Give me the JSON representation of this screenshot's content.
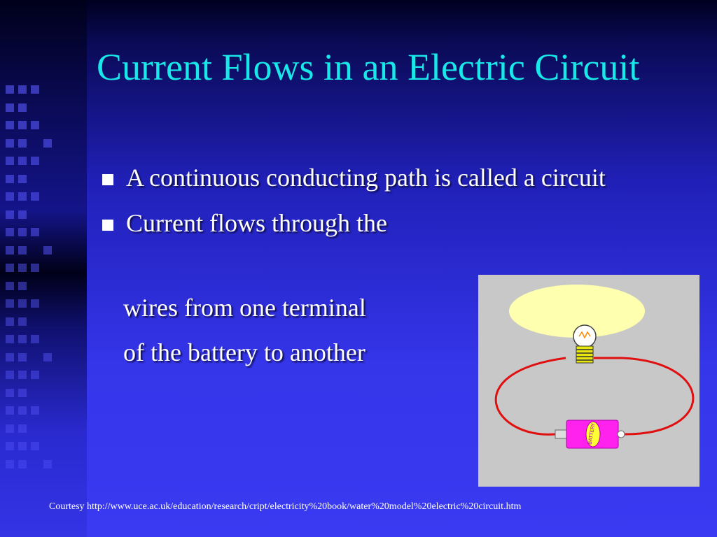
{
  "slide": {
    "title": "Current Flows in an Electric Circuit",
    "bullets": [
      {
        "text": "A continuous conducting path is called a circuit"
      },
      {
        "text": "Current flows through the"
      }
    ],
    "continuation_lines": [
      "wires from one terminal",
      "of the battery to another"
    ],
    "courtesy": "Courtesy http://www.uce.ac.uk/education/research/cript/electricity%20book/water%20model%20electric%20circuit.htm"
  },
  "figure": {
    "battery_label": "BATTERY",
    "colors": {
      "background": "#c8c8c8",
      "glow": "#ffffb0",
      "wire": "#e01010",
      "battery": "#ff22ee",
      "battery_label_bg": "#ffff33"
    }
  },
  "theme": {
    "title_color": "#18e8e8",
    "text_color": "#ffffff",
    "accent_squares": "#5a5aff"
  }
}
